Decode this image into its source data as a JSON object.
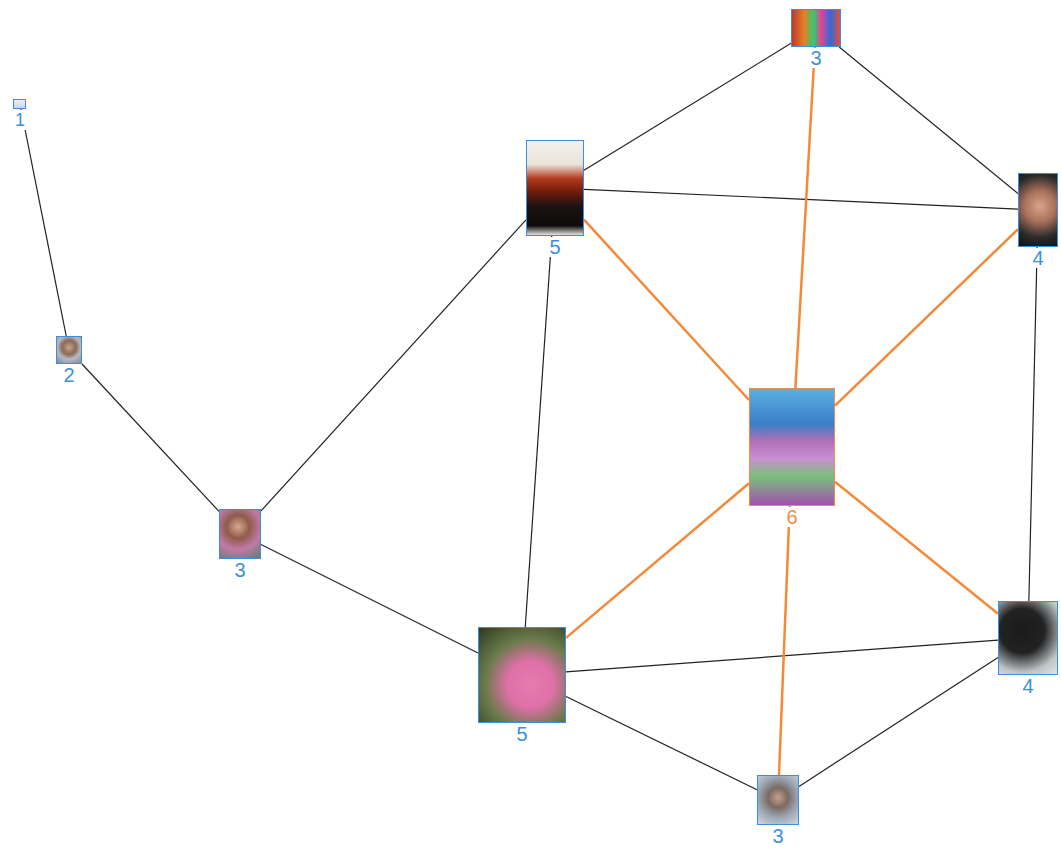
{
  "diagram": {
    "nodes": [
      {
        "text": [
          "1"
        ]
      },
      {
        "text": [
          "2"
        ]
      },
      {
        "text": [
          "3"
        ]
      },
      {
        "text": [
          "5"
        ]
      },
      {
        "text": [
          "3"
        ]
      },
      {
        "text": [
          "4"
        ]
      },
      {
        "text": [
          "6"
        ]
      },
      {
        "text": [
          "5"
        ]
      },
      {
        "text": [
          "4"
        ]
      },
      {
        "text": [
          "3"
        ]
      }
    ],
    "edges": [
      {
        "from": 0,
        "to": 1,
        "arrow": "none"
      },
      {
        "from": 1,
        "to": 2,
        "arrow": "none"
      },
      {
        "from": 2,
        "to": 3,
        "arrow": "none"
      },
      {
        "from": 2,
        "to": 7,
        "arrow": "none"
      },
      {
        "from": 3,
        "to": 4,
        "arrow": "none"
      },
      {
        "from": 3,
        "to": 5,
        "arrow": "none"
      },
      {
        "from": 3,
        "to": 7,
        "arrow": "none"
      },
      {
        "from": 4,
        "to": 5,
        "arrow": "none"
      },
      {
        "from": 5,
        "to": 8,
        "arrow": "none"
      },
      {
        "from": 7,
        "to": 8,
        "arrow": "none"
      },
      {
        "from": 7,
        "to": 9,
        "arrow": "none"
      },
      {
        "from": 9,
        "to": 8,
        "arrow": "none"
      },
      {
        "from": 6,
        "to": 3,
        "arrow": "none"
      },
      {
        "from": 6,
        "to": 4,
        "arrow": "none"
      },
      {
        "from": 6,
        "to": 5,
        "arrow": "none"
      },
      {
        "from": 6,
        "to": 7,
        "arrow": "none"
      },
      {
        "from": 6,
        "to": 8,
        "arrow": "none"
      },
      {
        "from": 6,
        "to": 9,
        "arrow": "none"
      }
    ]
  }
}
